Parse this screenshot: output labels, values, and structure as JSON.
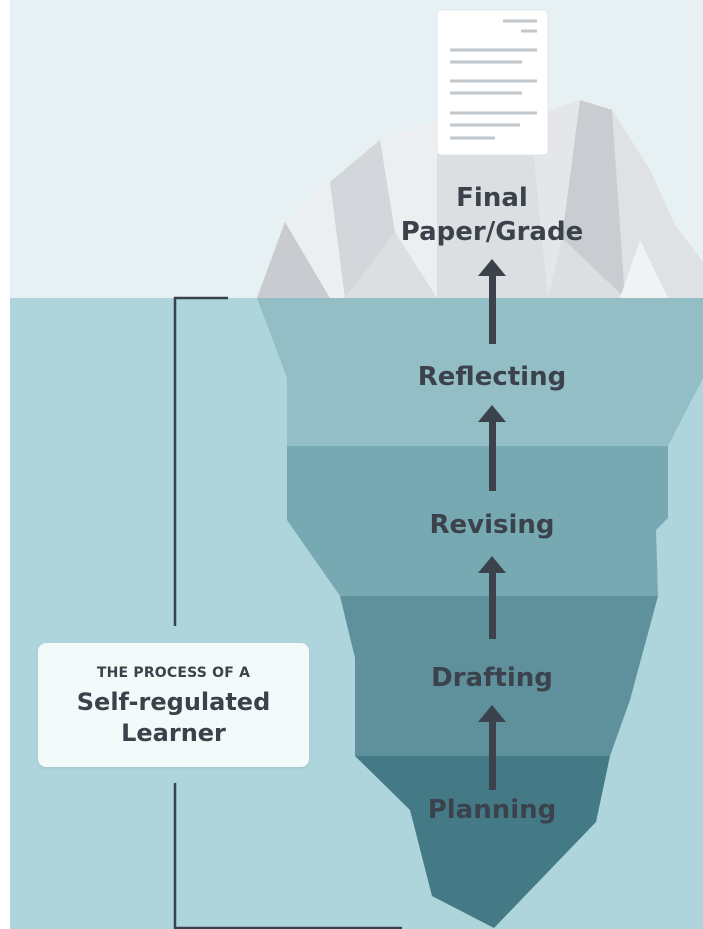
{
  "diagram": {
    "stages": [
      {
        "id": "final",
        "label_lines": [
          "Final",
          "Paper/Grade"
        ]
      },
      {
        "id": "reflecting",
        "label": "Reflecting"
      },
      {
        "id": "revising",
        "label": "Revising"
      },
      {
        "id": "drafting",
        "label": "Drafting"
      },
      {
        "id": "planning",
        "label": "Planning"
      }
    ],
    "callout": {
      "kicker": "THE PROCESS OF A",
      "title_lines": [
        "Self-regulated",
        "Learner"
      ]
    },
    "colors": {
      "sky": "#e7f1f3",
      "water": "#add5db",
      "band_reflecting": "#93bec6",
      "band_revising": "#77a9b2",
      "band_drafting": "#5e919b",
      "band_planning": "#447a85",
      "ice_light": "#eceef0",
      "ice_mid": "#dcdfe2",
      "ice_dark": "#c8ccd0",
      "arrow": "#3b424b",
      "bracket": "#3b424b"
    },
    "icons": [
      "document-icon",
      "up-arrow-icon"
    ]
  }
}
